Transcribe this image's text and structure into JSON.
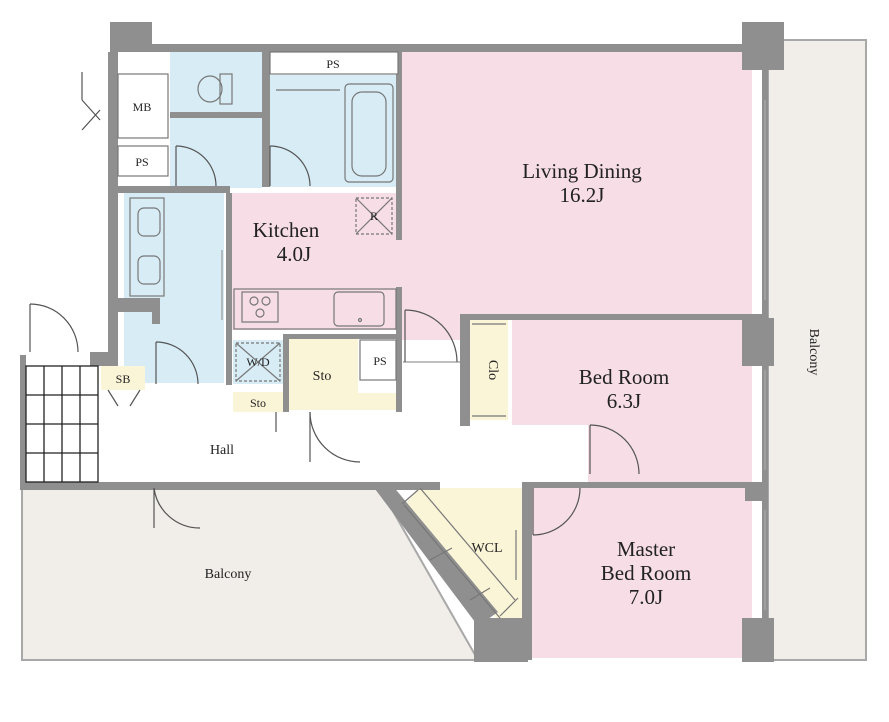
{
  "rooms": {
    "living": {
      "name": "Living Dining",
      "size": "16.2J"
    },
    "kitchen": {
      "name": "Kitchen",
      "size": "4.0J"
    },
    "bed": {
      "name": "Bed Room",
      "size": "6.3J"
    },
    "master": {
      "line1": "Master",
      "line2": "Bed Room",
      "size": "7.0J"
    },
    "hall": "Hall",
    "balcony_bottom": "Balcony",
    "balcony_right": "Balcony",
    "wcl": "WCL",
    "clo": "Clo",
    "sto_main": "Sto",
    "sto_small": "Sto",
    "ps_top": "PS",
    "ps_left": "PS",
    "ps_mid": "PS",
    "mb": "MB",
    "sb": "SB",
    "wd": "W/D",
    "r": "R"
  },
  "colors": {
    "wall": "#8f8f8f",
    "living": "#f6dde6",
    "wet": "#d7ecf5",
    "storage": "#fbf5d8",
    "balcony": "#f1ede9",
    "floor": "#ffffff"
  }
}
